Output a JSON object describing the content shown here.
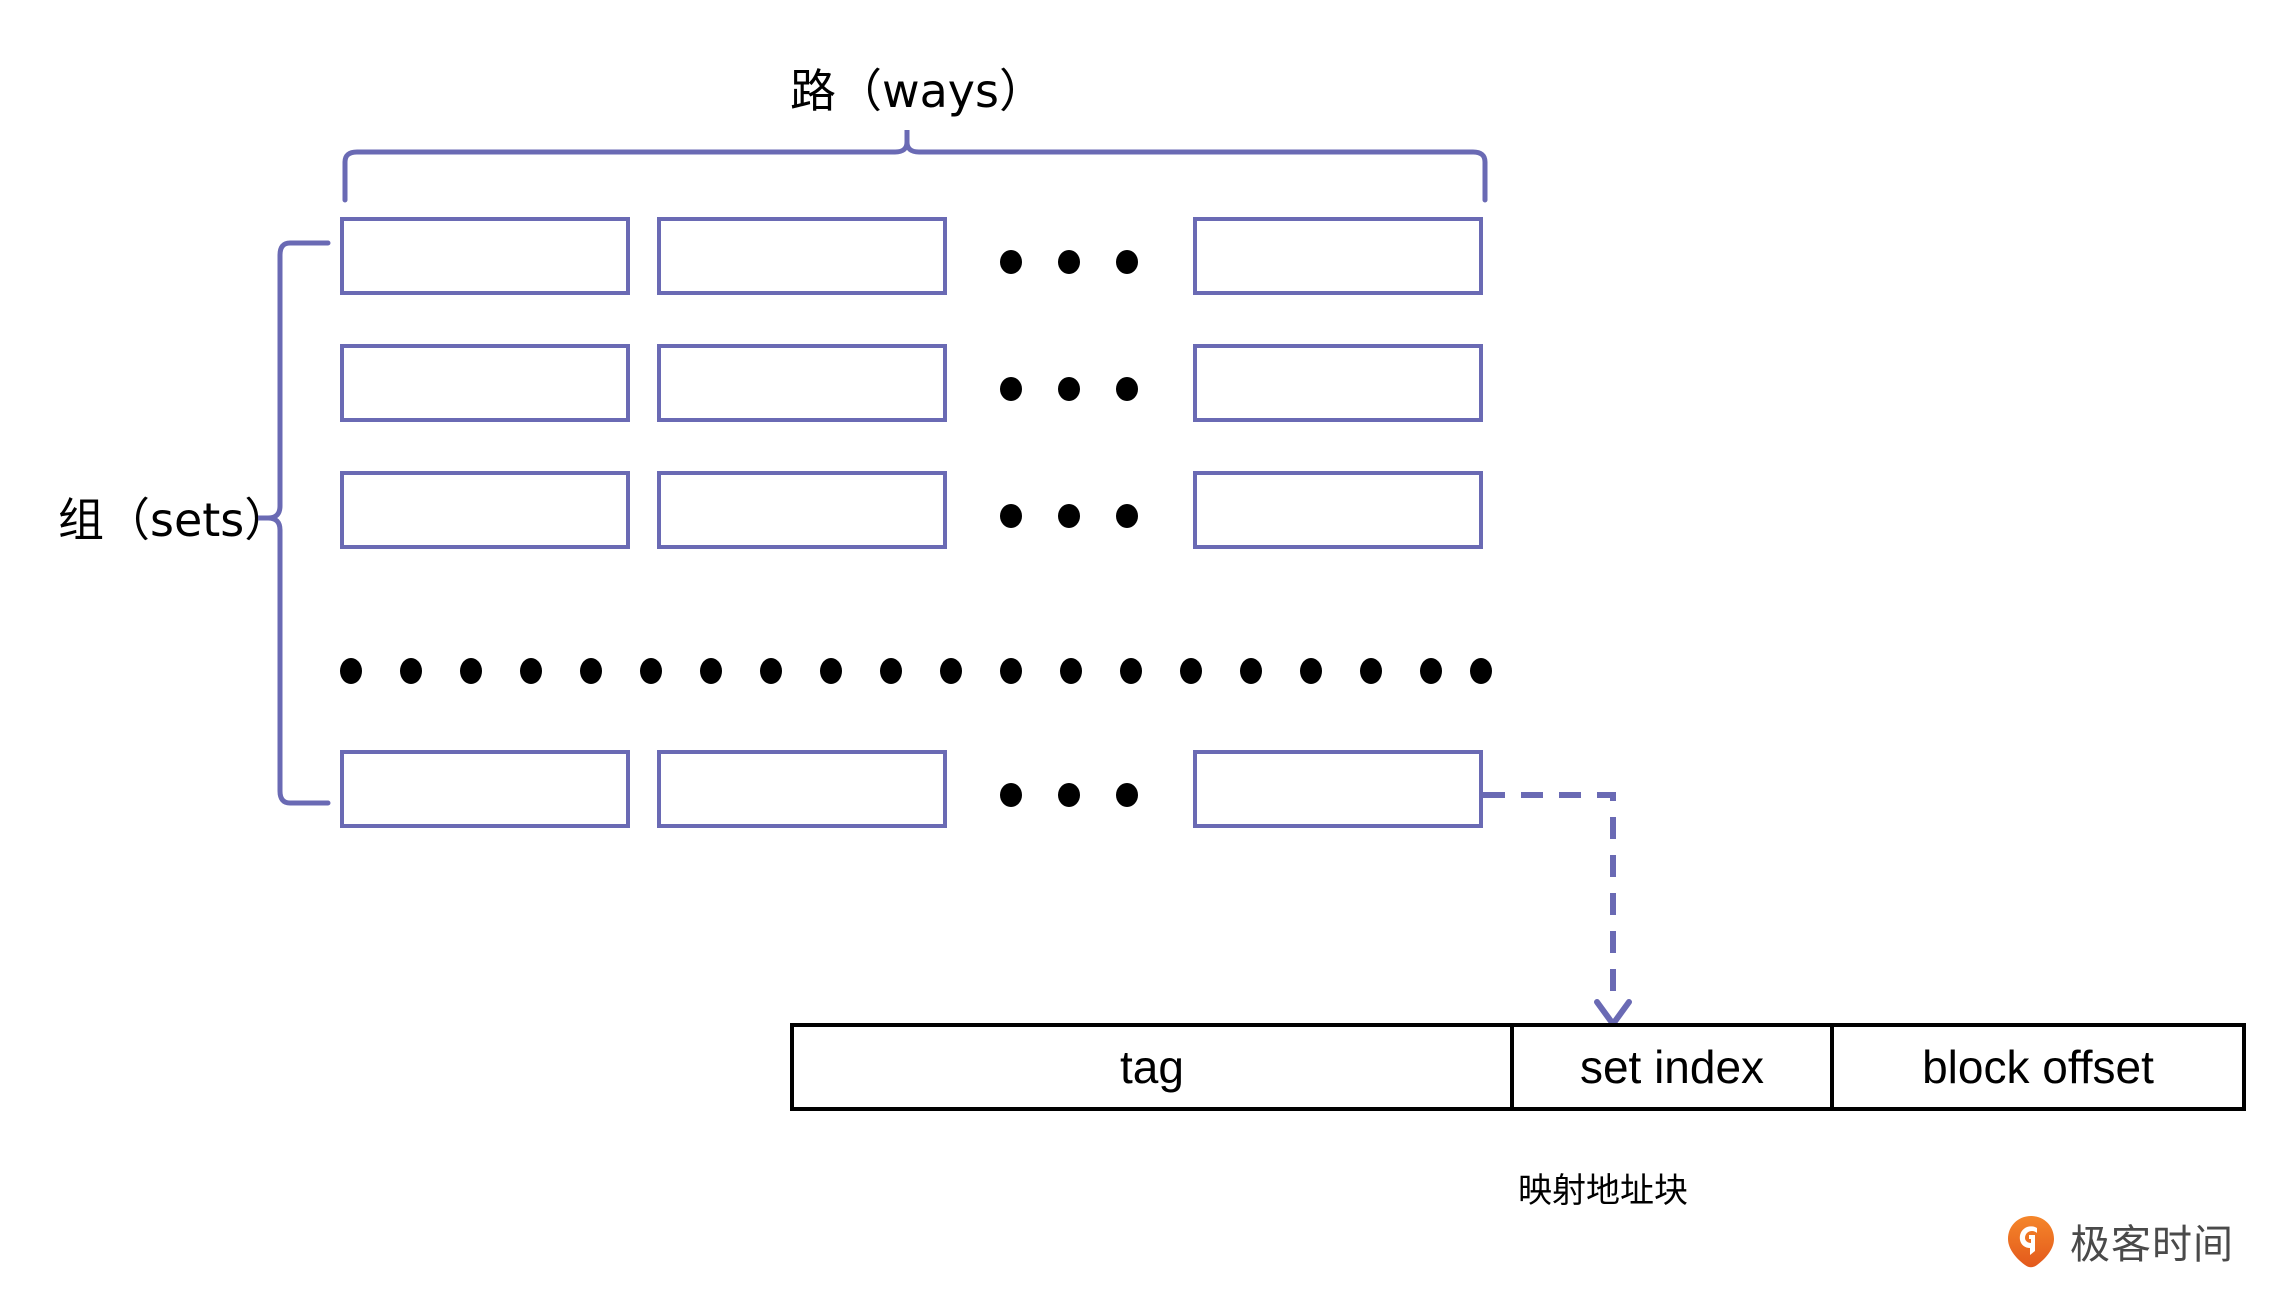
{
  "diagram": {
    "title_top": "路（ways）",
    "title_left": "组（sets）",
    "caption_bottom": "映射地址块",
    "colors": {
      "cell_border": "#6a6ab4",
      "brace": "#6a6ab4",
      "arrow": "#6a6ab4",
      "address_border": "#000000",
      "dot": "#000000",
      "logo_orange": "#ef6c24",
      "logo_text": "#4a4a4a"
    },
    "cache_grid": {
      "visible_rows": 4,
      "visible_columns": 3,
      "row_ellipsis_dots": 3,
      "column_ellipsis_dots": 20,
      "cells_empty": true
    },
    "address_block": {
      "fields": [
        {
          "name": "tag",
          "label": "tag"
        },
        {
          "name": "set-index",
          "label": "set index"
        },
        {
          "name": "block-offset",
          "label": "block offset"
        }
      ]
    },
    "arrow": {
      "style": "dashed",
      "from": "last-way-cell-bottom-row",
      "to": "set-index-field"
    }
  },
  "watermark": {
    "brand": "极客时间",
    "icon": "geektime-logo-icon"
  }
}
